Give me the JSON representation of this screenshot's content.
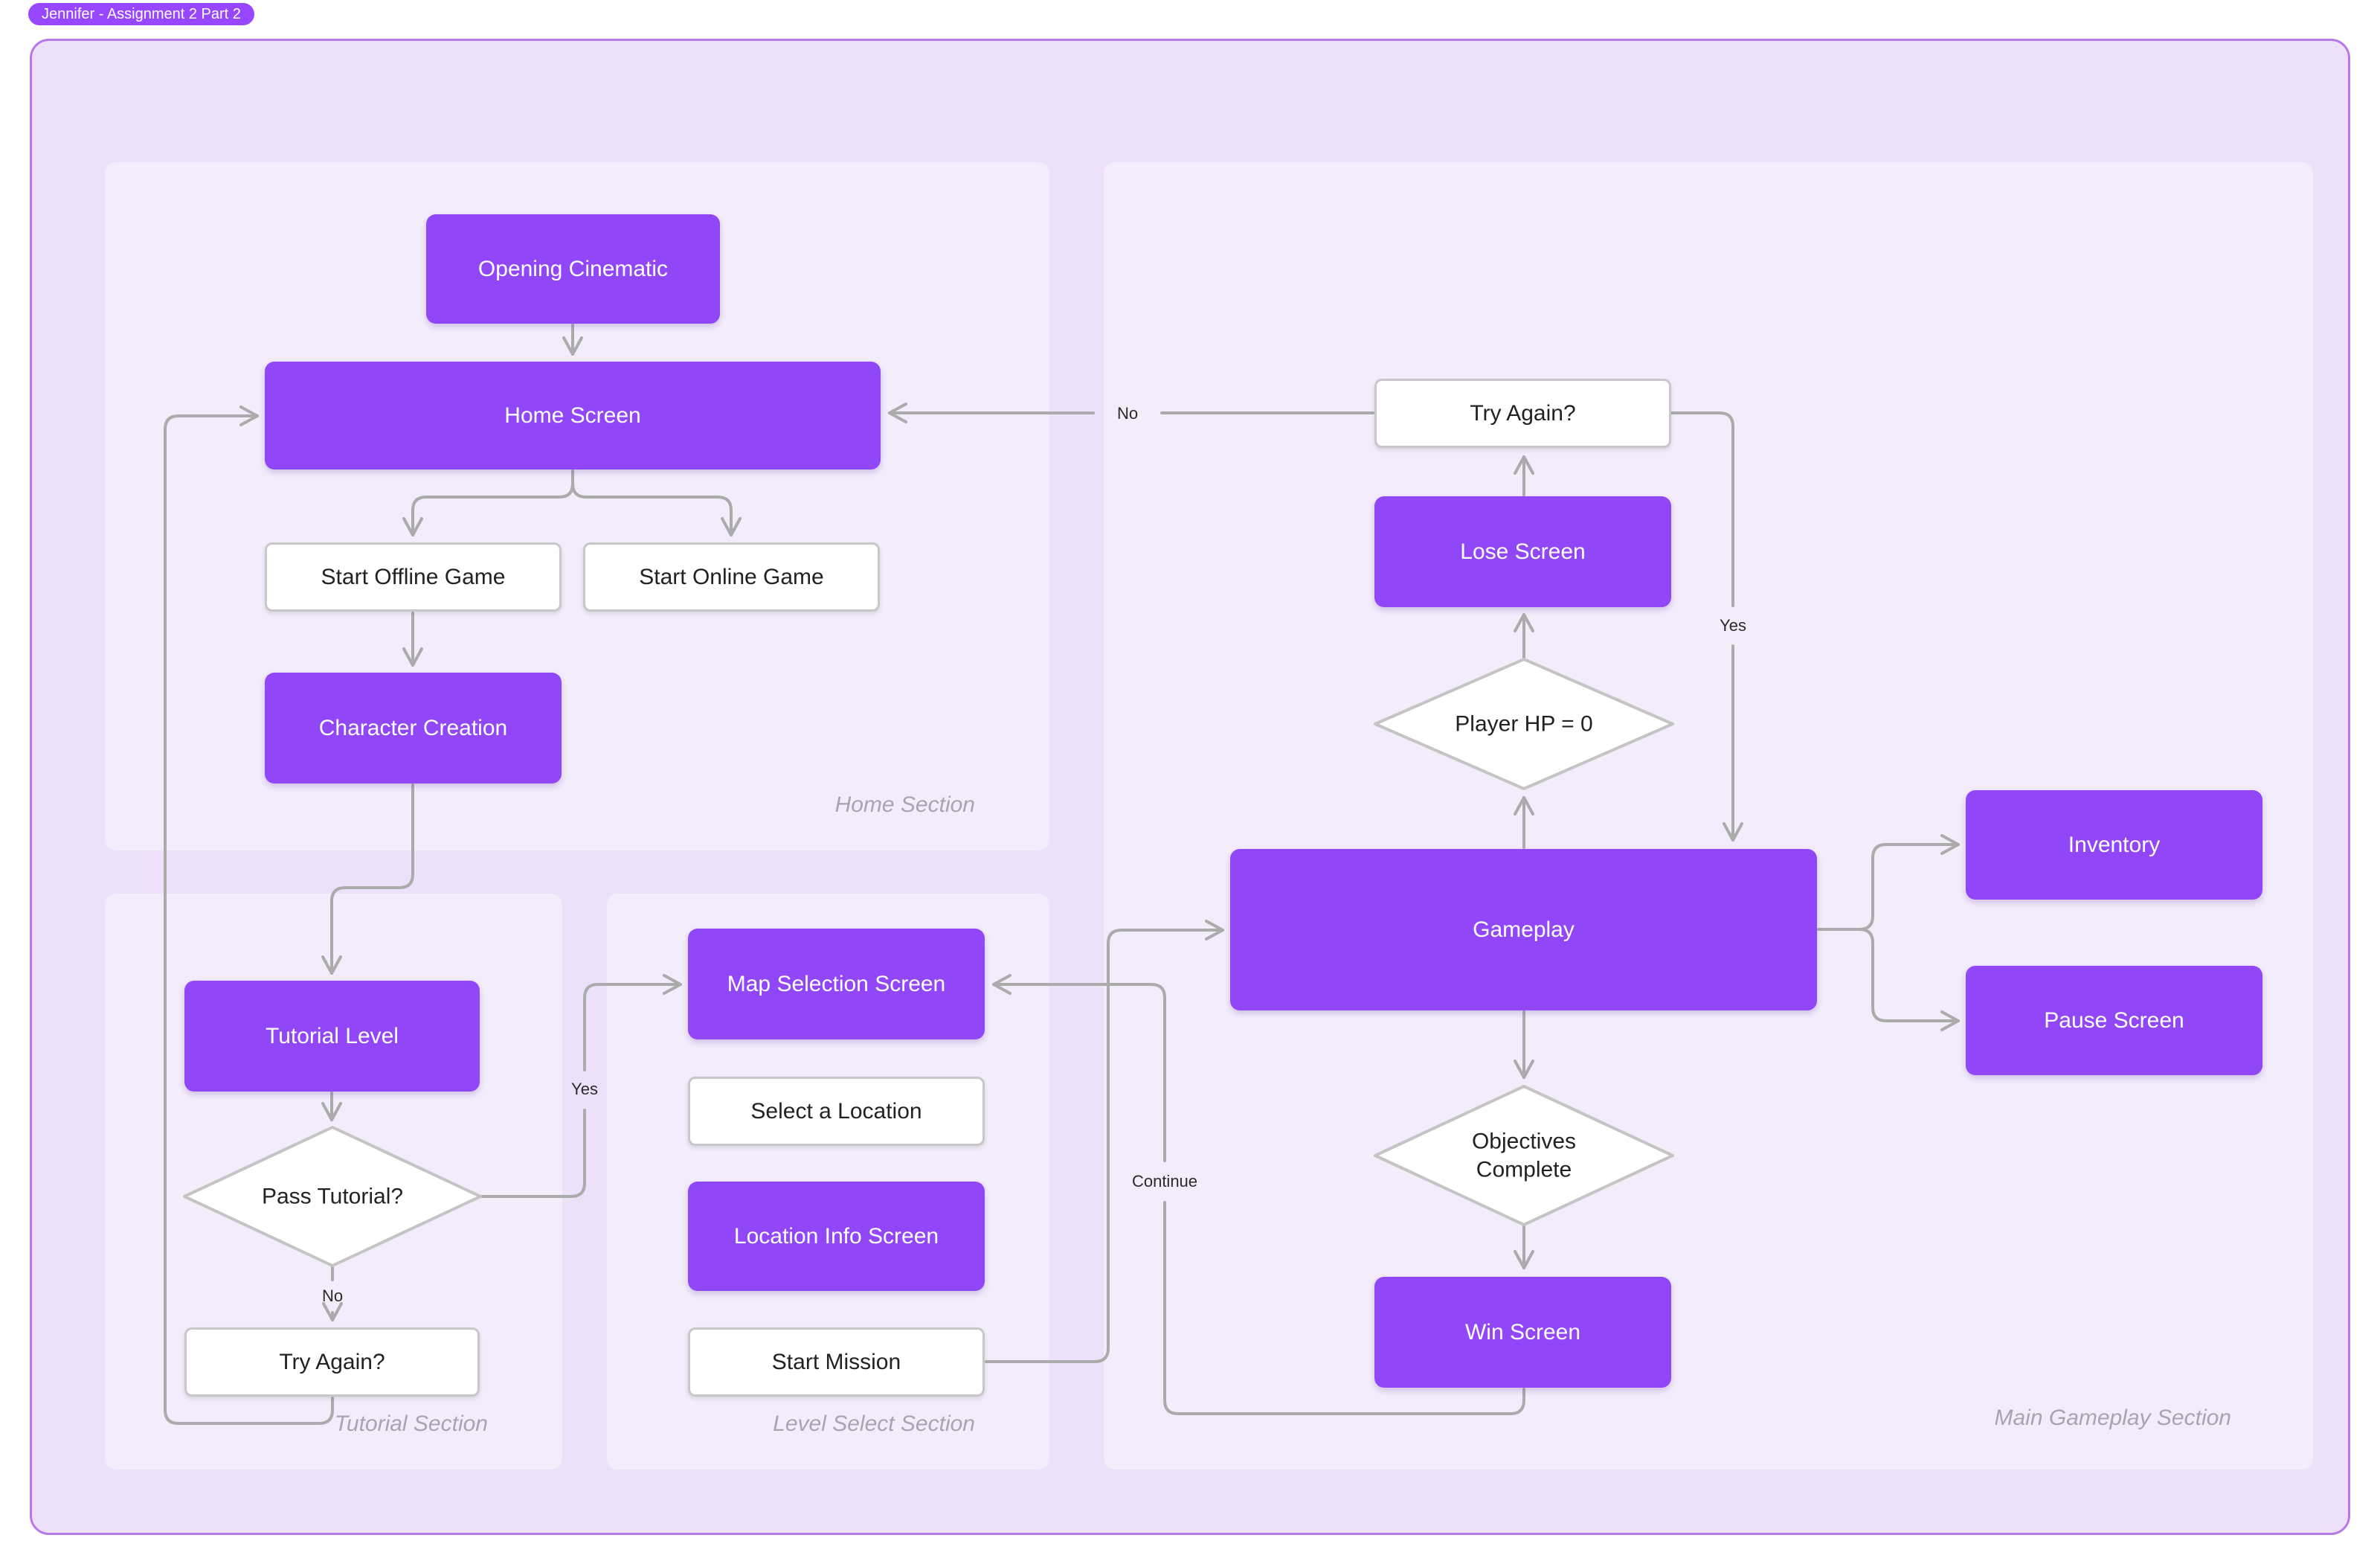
{
  "badge": {
    "label": "Jennifer - Assignment 2 Part 2"
  },
  "sections": {
    "home": {
      "label": "Home Section"
    },
    "tutorial": {
      "label": "Tutorial Section"
    },
    "level_select": {
      "label": "Level Select Section"
    },
    "main_gameplay": {
      "label": "Main Gameplay Section"
    }
  },
  "nodes": {
    "opening_cinematic": {
      "label": "Opening Cinematic"
    },
    "home_screen": {
      "label": "Home Screen"
    },
    "start_offline_game": {
      "label": "Start Offline Game"
    },
    "start_online_game": {
      "label": "Start Online Game"
    },
    "character_creation": {
      "label": "Character Creation"
    },
    "tutorial_level": {
      "label": "Tutorial Level"
    },
    "pass_tutorial": {
      "label": "Pass Tutorial?"
    },
    "try_again_tutorial": {
      "label": "Try Again?"
    },
    "map_selection_screen": {
      "label": "Map Selection Screen"
    },
    "select_a_location": {
      "label": "Select a Location"
    },
    "location_info_screen": {
      "label": "Location Info Screen"
    },
    "start_mission": {
      "label": "Start Mission"
    },
    "try_again_main": {
      "label": "Try Again?"
    },
    "lose_screen": {
      "label": "Lose Screen"
    },
    "player_hp_zero": {
      "label": "Player HP = 0"
    },
    "gameplay": {
      "label": "Gameplay"
    },
    "objectives_complete": {
      "label": "Objectives Complete"
    },
    "win_screen": {
      "label": "Win Screen"
    },
    "inventory": {
      "label": "Inventory"
    },
    "pause_screen": {
      "label": "Pause Screen"
    }
  },
  "edge_labels": {
    "tutorial_no": "No",
    "tutorial_yes": "Yes",
    "main_no": "No",
    "main_yes": "Yes",
    "continue_loop": "Continue"
  },
  "colors": {
    "node_purple": "#9147F7",
    "badge_purple": "#9747FF",
    "canvas_bg": "#EDE1FA",
    "section_bg": "#F2ECFB",
    "connector": "#ABABAB",
    "canvas_border": "#B678EA"
  }
}
